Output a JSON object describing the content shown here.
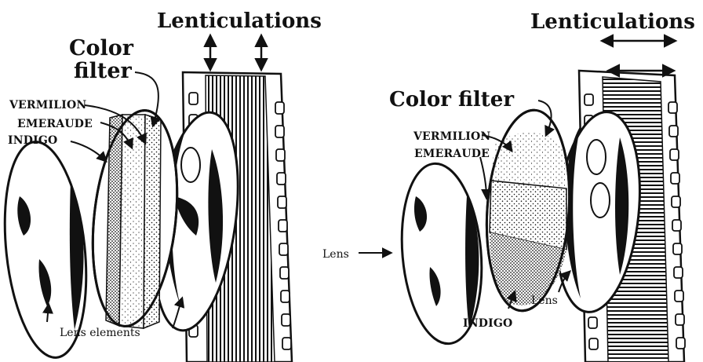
{
  "left_diagram": {
    "lenticulations": "Lenticulations",
    "color_filter_line1": "Color",
    "color_filter_line2": "filter",
    "vermilion": "VERMILION",
    "emeraude": "EMERAUDE",
    "indigo": "INDIGO",
    "lens_elements": "Lens elements"
  },
  "right_diagram": {
    "lenticulations": "Lenticulations",
    "color_filter": "Color filter",
    "vermilion": "VERMILION",
    "emeraude": "EMERAUDE",
    "lens_left": "Lens",
    "lens_right": "Lens",
    "indigo": "INDIGO"
  },
  "colors": {
    "ink": "#111111",
    "paper": "#ffffff",
    "film": "#f4f4f4"
  }
}
